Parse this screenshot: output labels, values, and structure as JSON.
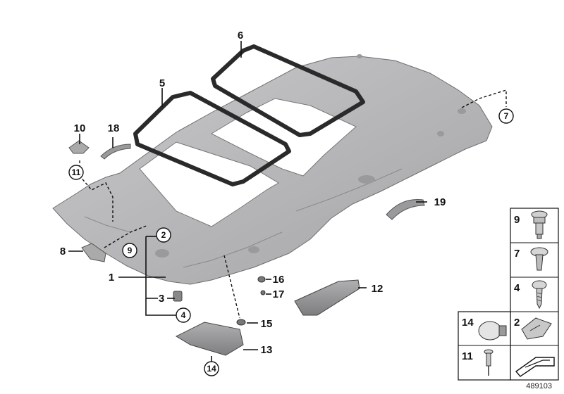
{
  "diagram_id": "489103",
  "callouts": {
    "c1": "1",
    "c2": "2",
    "c3": "3",
    "c4": "4",
    "c5": "5",
    "c6": "6",
    "c7": "7",
    "c8": "8",
    "c9": "9",
    "c10": "10",
    "c11": "11",
    "c12": "12",
    "c13": "13",
    "c14": "14",
    "c15": "15",
    "c16": "16",
    "c17": "17",
    "c18": "18",
    "c19": "19"
  },
  "legend": {
    "items": [
      {
        "num": "9",
        "icon": "clip-rivet-icon"
      },
      {
        "num": "7",
        "icon": "expanding-rivet-icon"
      },
      {
        "num": "4",
        "icon": "screw-icon"
      },
      {
        "num": "14",
        "icon": "bulb-icon"
      },
      {
        "num": "2",
        "icon": "spring-clip-icon"
      },
      {
        "num": "11",
        "icon": "blind-rivet-icon"
      }
    ]
  },
  "colors": {
    "headliner": "#b9b9bb",
    "headliner_dark": "#8e8e90",
    "seal": "#2a2a2a",
    "line": "#111111"
  }
}
